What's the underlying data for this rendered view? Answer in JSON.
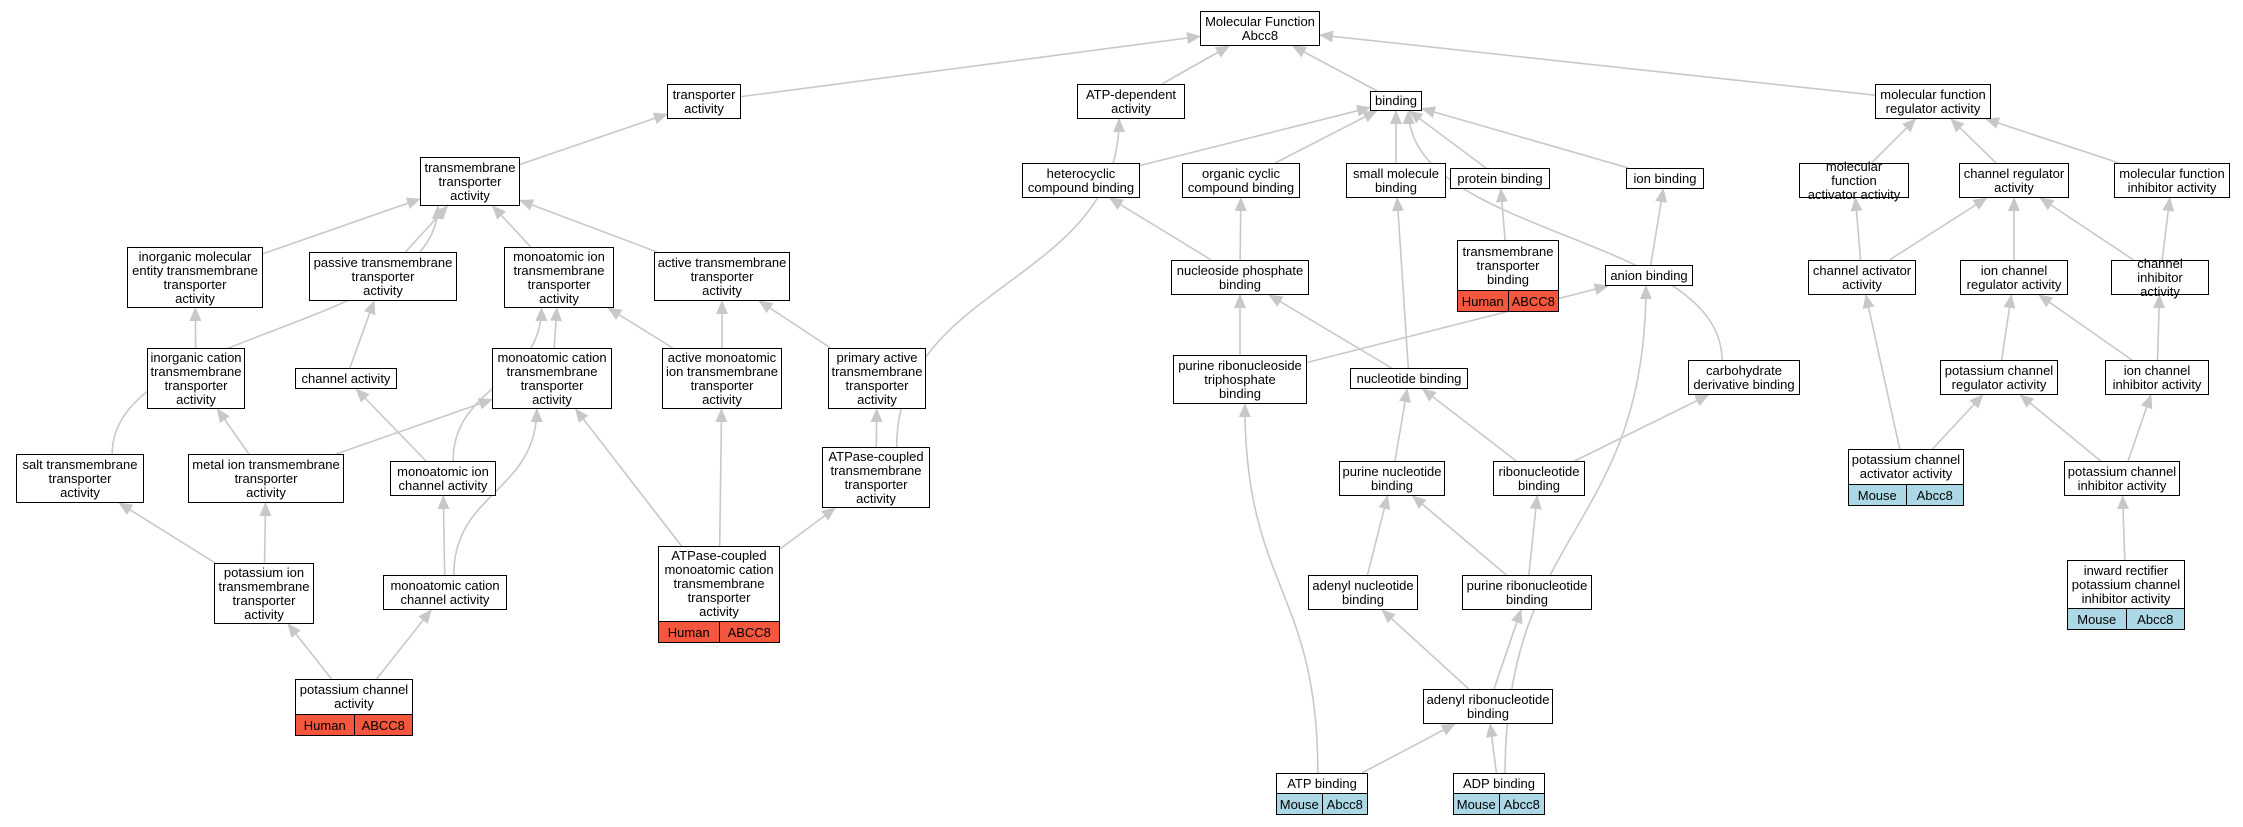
{
  "colors": {
    "human": "#f4573d",
    "mouse": "#acd8e6",
    "edge": "#c8c8c8",
    "border": "#000000"
  },
  "nodes": [
    {
      "id": "mf",
      "label": "Molecular Function\nAbcc8"
    },
    {
      "id": "transporter",
      "label": "transporter\nactivity"
    },
    {
      "id": "atpdep",
      "label": "ATP-dependent\nactivity"
    },
    {
      "id": "binding",
      "label": "binding"
    },
    {
      "id": "mfreg",
      "label": "molecular function\nregulator activity"
    },
    {
      "id": "tmt",
      "label": "transmembrane\ntransporter\nactivity"
    },
    {
      "id": "heterocyclic",
      "label": "heterocyclic\ncompound binding"
    },
    {
      "id": "orgcyclic",
      "label": "organic cyclic\ncompound binding"
    },
    {
      "id": "smallmol",
      "label": "small molecule\nbinding"
    },
    {
      "id": "protein",
      "label": "protein binding"
    },
    {
      "id": "ion",
      "label": "ion binding"
    },
    {
      "id": "mfact",
      "label": "molecular function\nactivator activity"
    },
    {
      "id": "chanreg",
      "label": "channel regulator\nactivity"
    },
    {
      "id": "mfinh",
      "label": "molecular function\ninhibitor activity"
    },
    {
      "id": "inorgmol",
      "label": "inorganic molecular\nentity transmembrane\ntransporter\nactivity"
    },
    {
      "id": "passive",
      "label": "passive transmembrane\ntransporter\nactivity"
    },
    {
      "id": "monoion",
      "label": "monoatomic ion\ntransmembrane\ntransporter\nactivity"
    },
    {
      "id": "active",
      "label": "active transmembrane\ntransporter\nactivity"
    },
    {
      "id": "nucphos",
      "label": "nucleoside phosphate\nbinding"
    },
    {
      "id": "tmtbinding",
      "label": "transmembrane\ntransporter\nbinding",
      "tags": [
        "Human",
        "ABCC8"
      ],
      "species": "human"
    },
    {
      "id": "anion",
      "label": "anion binding"
    },
    {
      "id": "chanact",
      "label": "channel activator\nactivity"
    },
    {
      "id": "ionchanreg",
      "label": "ion channel\nregulator activity"
    },
    {
      "id": "chaninh",
      "label": "channel inhibitor\nactivity"
    },
    {
      "id": "inorgcat",
      "label": "inorganic cation\ntransmembrane\ntransporter\nactivity"
    },
    {
      "id": "chanactivity",
      "label": "channel activity"
    },
    {
      "id": "monocat",
      "label": "monoatomic cation\ntransmembrane\ntransporter\nactivity"
    },
    {
      "id": "activemono",
      "label": "active monoatomic\nion transmembrane\ntransporter\nactivity"
    },
    {
      "id": "primary",
      "label": "primary active\ntransmembrane\ntransporter\nactivity"
    },
    {
      "id": "purinetri",
      "label": "purine ribonucleoside\ntriphosphate\nbinding"
    },
    {
      "id": "nucleotide",
      "label": "nucleotide binding"
    },
    {
      "id": "carbo",
      "label": "carbohydrate\nderivative binding"
    },
    {
      "id": "kreg",
      "label": "potassium channel\nregulator activity"
    },
    {
      "id": "ionchaninh",
      "label": "ion channel\ninhibitor activity"
    },
    {
      "id": "salt",
      "label": "salt transmembrane\ntransporter\nactivity"
    },
    {
      "id": "metalion",
      "label": "metal ion transmembrane\ntransporter\nactivity"
    },
    {
      "id": "monoionchan",
      "label": "monoatomic ion\nchannel activity"
    },
    {
      "id": "atpcoupled",
      "label": "ATPase-coupled\ntransmembrane\ntransporter\nactivity"
    },
    {
      "id": "purinenuc",
      "label": "purine nucleotide\nbinding"
    },
    {
      "id": "ribonuc",
      "label": "ribonucleotide\nbinding"
    },
    {
      "id": "kact",
      "label": "potassium channel\nactivator activity",
      "tags": [
        "Mouse",
        "Abcc8"
      ],
      "species": "mouse"
    },
    {
      "id": "kinh",
      "label": "potassium channel\ninhibitor activity"
    },
    {
      "id": "potion",
      "label": "potassium ion\ntransmembrane\ntransporter\nactivity"
    },
    {
      "id": "monocatchan",
      "label": "monoatomic cation\nchannel activity"
    },
    {
      "id": "atpcoupledmono",
      "label": "ATPase-coupled\nmonoatomic cation\ntransmembrane\ntransporter\nactivity",
      "tags": [
        "Human",
        "ABCC8"
      ],
      "species": "human"
    },
    {
      "id": "adenylnuc",
      "label": "adenyl nucleotide\nbinding"
    },
    {
      "id": "purineribo",
      "label": "purine ribonucleotide\nbinding"
    },
    {
      "id": "inward",
      "label": "inward rectifier\npotassium channel\ninhibitor activity",
      "tags": [
        "Mouse",
        "Abcc8"
      ],
      "species": "mouse"
    },
    {
      "id": "kchan",
      "label": "potassium channel\nactivity",
      "tags": [
        "Human",
        "ABCC8"
      ],
      "species": "human"
    },
    {
      "id": "adenylribo",
      "label": "adenyl ribonucleotide\nbinding"
    },
    {
      "id": "atpbind",
      "label": "ATP binding",
      "tags": [
        "Mouse",
        "Abcc8"
      ],
      "species": "mouse"
    },
    {
      "id": "adpbind",
      "label": "ADP binding",
      "tags": [
        "Mouse",
        "Abcc8"
      ],
      "species": "mouse"
    }
  ],
  "edges": [
    [
      "transporter",
      "mf"
    ],
    [
      "atpdep",
      "mf"
    ],
    [
      "binding",
      "mf"
    ],
    [
      "mfreg",
      "mf"
    ],
    [
      "tmt",
      "transporter"
    ],
    [
      "heterocyclic",
      "binding"
    ],
    [
      "orgcyclic",
      "binding"
    ],
    [
      "smallmol",
      "binding"
    ],
    [
      "protein",
      "binding"
    ],
    [
      "ion",
      "binding"
    ],
    [
      "carbo",
      "binding"
    ],
    [
      "mfact",
      "mfreg"
    ],
    [
      "chanreg",
      "mfreg"
    ],
    [
      "mfinh",
      "mfreg"
    ],
    [
      "inorgmol",
      "tmt"
    ],
    [
      "passive",
      "tmt"
    ],
    [
      "monoion",
      "tmt"
    ],
    [
      "active",
      "tmt"
    ],
    [
      "salt",
      "tmt"
    ],
    [
      "nucphos",
      "heterocyclic"
    ],
    [
      "nucphos",
      "orgcyclic"
    ],
    [
      "tmtbinding",
      "protein"
    ],
    [
      "anion",
      "ion"
    ],
    [
      "chanact",
      "mfact"
    ],
    [
      "chanact",
      "chanreg"
    ],
    [
      "ionchanreg",
      "chanreg"
    ],
    [
      "chaninh",
      "chanreg"
    ],
    [
      "chaninh",
      "mfinh"
    ],
    [
      "inorgcat",
      "inorgmol"
    ],
    [
      "chanactivity",
      "passive"
    ],
    [
      "monocat",
      "monoion"
    ],
    [
      "activemono",
      "monoion"
    ],
    [
      "activemono",
      "active"
    ],
    [
      "primary",
      "active"
    ],
    [
      "purinetri",
      "nucphos"
    ],
    [
      "purinetri",
      "anion"
    ],
    [
      "nucleotide",
      "nucphos"
    ],
    [
      "nucleotide",
      "smallmol"
    ],
    [
      "kreg",
      "ionchanreg"
    ],
    [
      "ionchaninh",
      "ionchanreg"
    ],
    [
      "ionchaninh",
      "chaninh"
    ],
    [
      "metalion",
      "inorgcat"
    ],
    [
      "metalion",
      "monocat"
    ],
    [
      "monoionchan",
      "chanactivity"
    ],
    [
      "monoionchan",
      "monoion"
    ],
    [
      "atpcoupled",
      "primary"
    ],
    [
      "atpcoupled",
      "atpdep"
    ],
    [
      "purinenuc",
      "nucleotide"
    ],
    [
      "ribonuc",
      "nucleotide"
    ],
    [
      "ribonuc",
      "carbo"
    ],
    [
      "kact",
      "chanact"
    ],
    [
      "kact",
      "kreg"
    ],
    [
      "kinh",
      "kreg"
    ],
    [
      "kinh",
      "ionchaninh"
    ],
    [
      "potion",
      "salt"
    ],
    [
      "potion",
      "metalion"
    ],
    [
      "monocatchan",
      "monocat"
    ],
    [
      "monocatchan",
      "monoionchan"
    ],
    [
      "atpcoupledmono",
      "monocat"
    ],
    [
      "atpcoupledmono",
      "activemono"
    ],
    [
      "atpcoupledmono",
      "atpcoupled"
    ],
    [
      "adenylnuc",
      "purinenuc"
    ],
    [
      "purineribo",
      "purinenuc"
    ],
    [
      "purineribo",
      "ribonuc"
    ],
    [
      "inward",
      "kinh"
    ],
    [
      "kchan",
      "potion"
    ],
    [
      "kchan",
      "monocatchan"
    ],
    [
      "adenylribo",
      "adenylnuc"
    ],
    [
      "adenylribo",
      "purineribo"
    ],
    [
      "atpbind",
      "adenylribo"
    ],
    [
      "atpbind",
      "purinetri"
    ],
    [
      "adpbind",
      "adenylribo"
    ],
    [
      "adpbind",
      "anion"
    ]
  ]
}
